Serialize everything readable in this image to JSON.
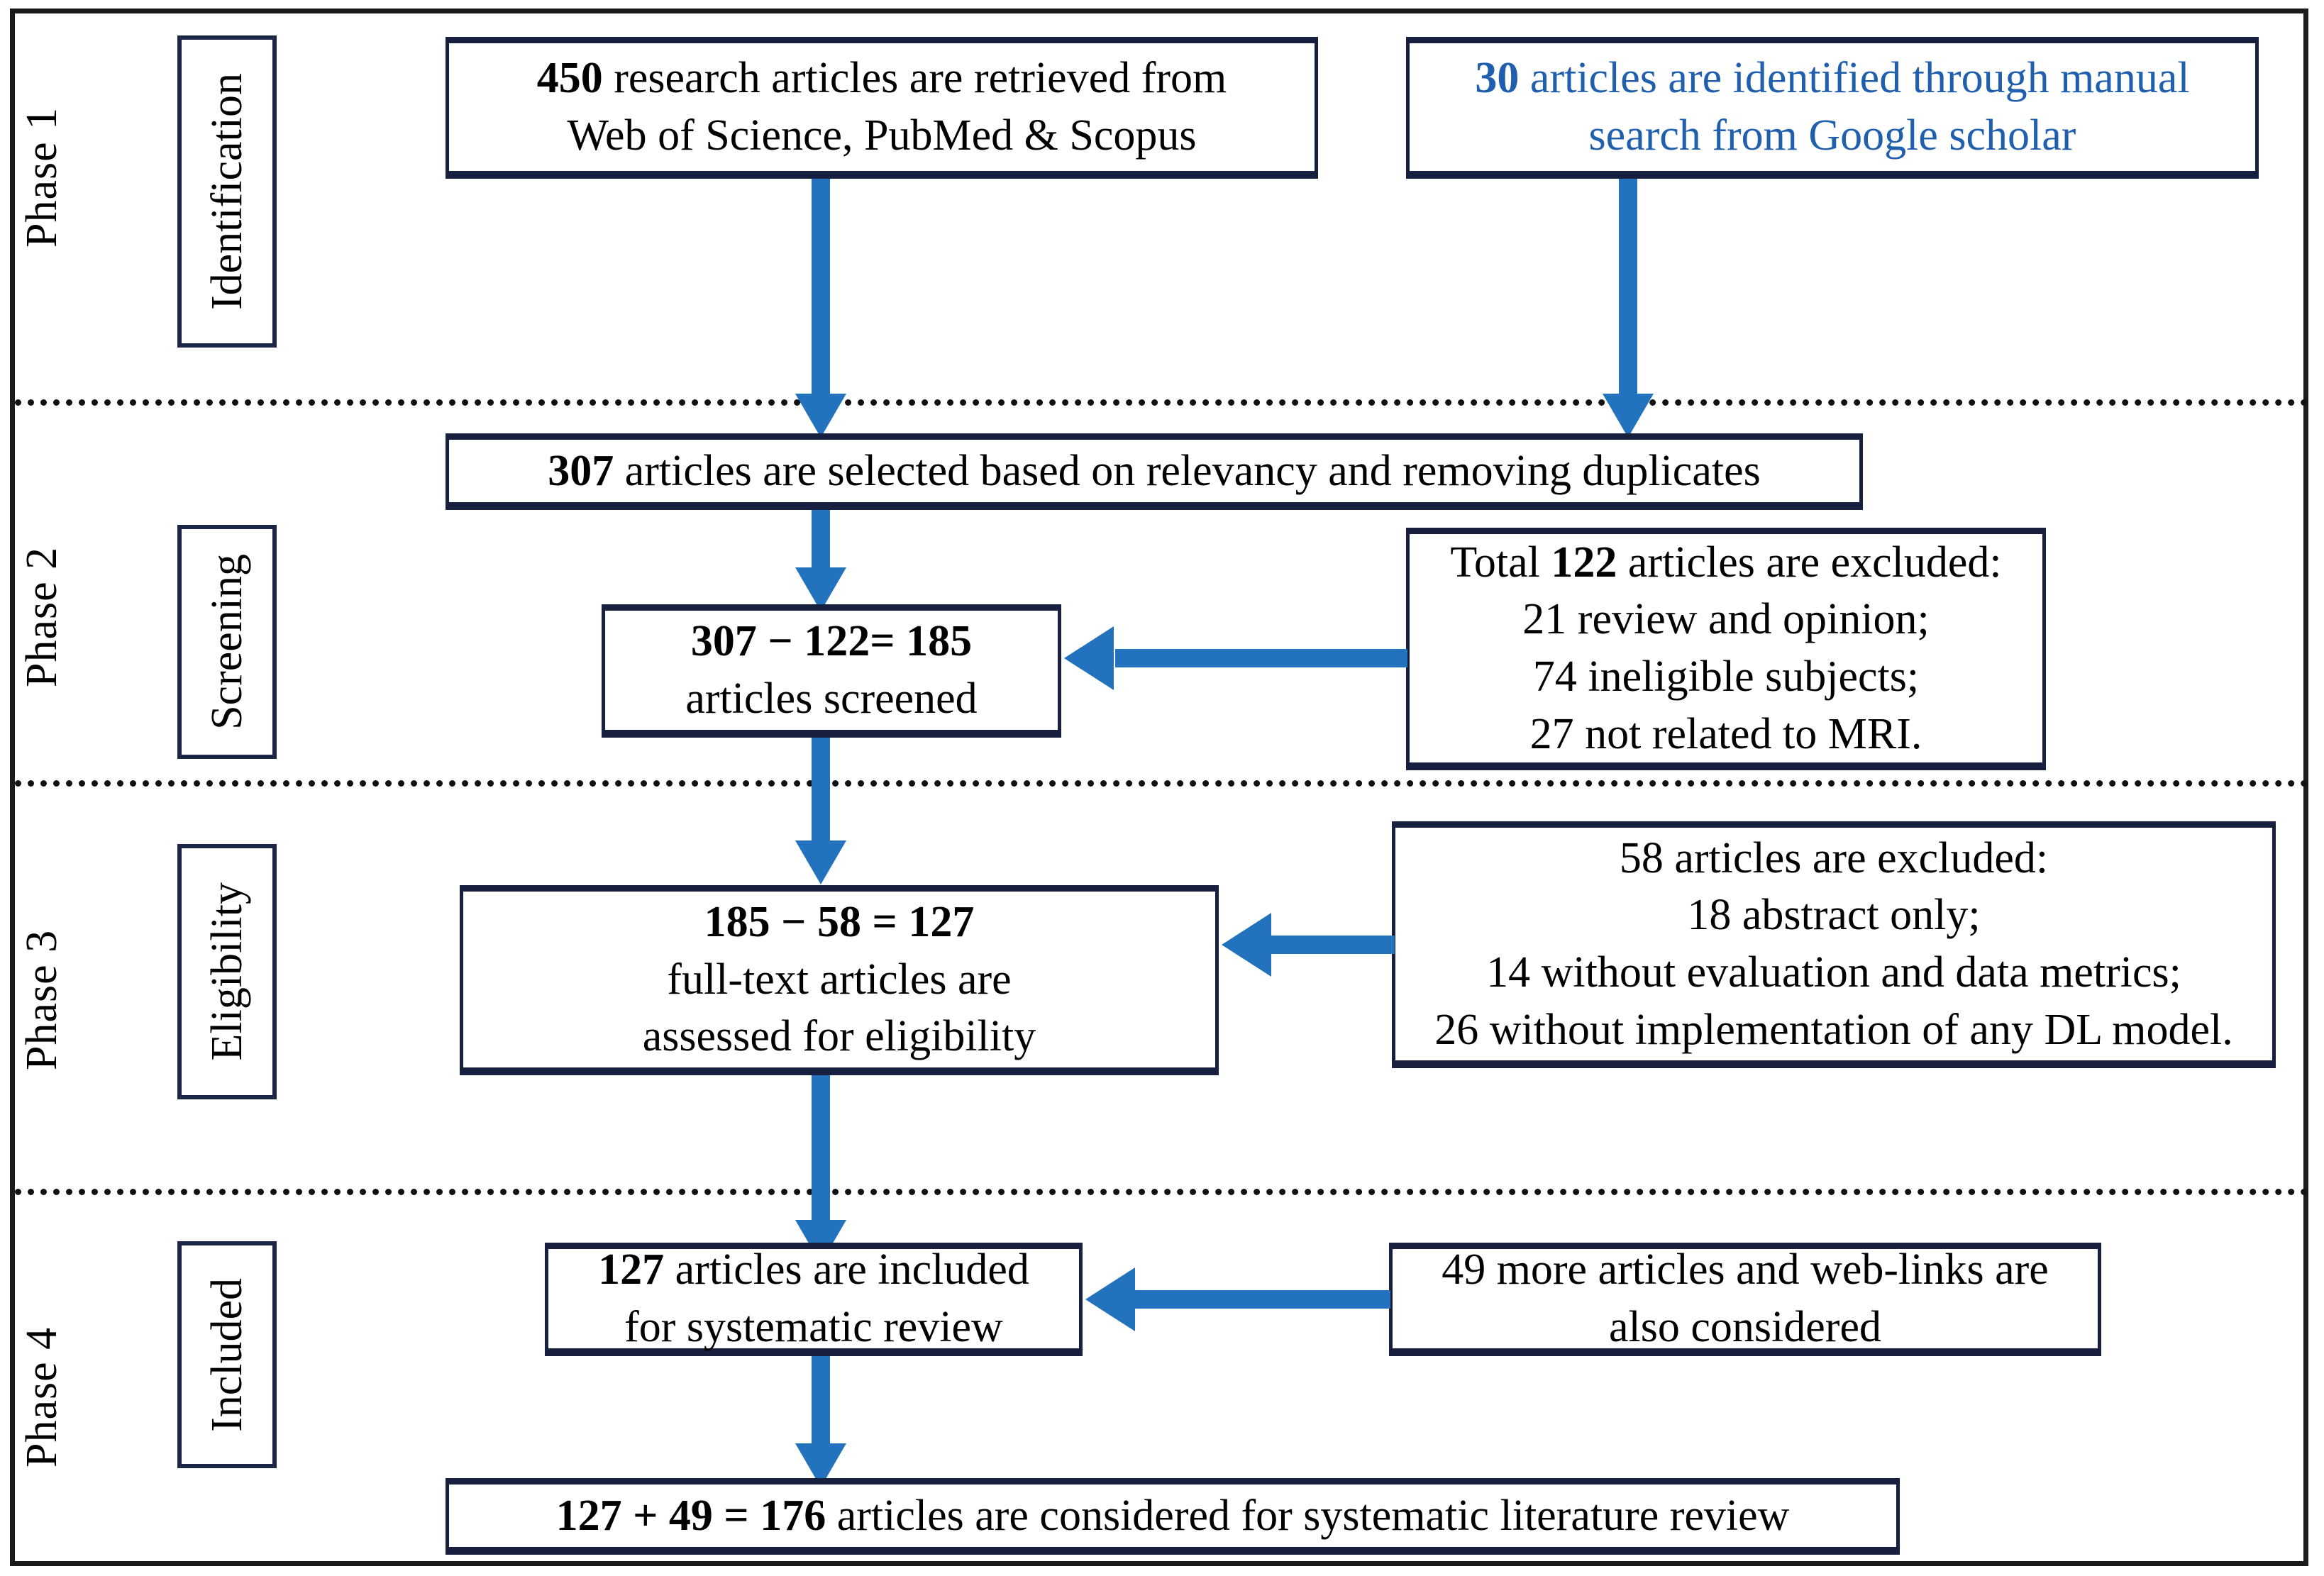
{
  "diagram": {
    "title": "PRISMA systematic literature review flow diagram",
    "accent_blue": "#2272BD",
    "box_border": "#17203f",
    "blue_text": "#1F5FAD"
  },
  "phases": [
    {
      "number_label": "Phase 1",
      "stage_label": "Identification"
    },
    {
      "number_label": "Phase 2",
      "stage_label": "Screening"
    },
    {
      "number_label": "Phase 3",
      "stage_label": "Eligibility"
    },
    {
      "number_label": "Phase 4",
      "stage_label": "Included"
    }
  ],
  "nodes": {
    "identification_db": {
      "line1_bold": "450",
      "line1_rest": " research articles are retrieved from",
      "line2": "Web of Science, PubMed & Scopus"
    },
    "identification_manual": {
      "line1_bold": "30",
      "line1_rest": " articles are identified through manual",
      "line2": "search from Google scholar"
    },
    "screening_selected": {
      "line1_bold": "307",
      "line1_rest": " articles are selected based on relevancy and removing duplicates"
    },
    "screening_count": {
      "line1_bold": "307 − 122= 185",
      "line2": "articles screened"
    },
    "screening_excluded": {
      "line1_pre": "Total ",
      "line1_bold": "122",
      "line1_post": " articles are excluded:",
      "line2": "21 review and opinion;",
      "line3": "74 ineligible subjects;",
      "line4": "27 not related to MRI."
    },
    "eligibility_count": {
      "line1_bold": "185 − 58 = 127",
      "line2": "full-text articles are",
      "line3": "assessed for eligibility"
    },
    "eligibility_excluded": {
      "line1": "58 articles are excluded:",
      "line2": "18 abstract only;",
      "line3": "14 without evaluation and data metrics;",
      "line4": "26 without implementation of any DL model."
    },
    "included_count": {
      "line1_bold": "127",
      "line1_rest": " articles are included",
      "line2": "for systematic review"
    },
    "included_additional": {
      "line1": "49 more articles and web-links are",
      "line2": "also considered"
    },
    "final_total": {
      "line1_bold": "127 + 49 = 176",
      "line1_rest": " articles are considered for systematic literature review"
    }
  },
  "arrows": [
    {
      "name": "db-to-selected",
      "direction": "down"
    },
    {
      "name": "manual-to-selected",
      "direction": "down"
    },
    {
      "name": "selected-to-screened",
      "direction": "down"
    },
    {
      "name": "excluded122-to-screened",
      "direction": "left"
    },
    {
      "name": "screened-to-eligibility",
      "direction": "down"
    },
    {
      "name": "excluded58-to-eligibility",
      "direction": "left"
    },
    {
      "name": "eligibility-to-included",
      "direction": "down"
    },
    {
      "name": "additional49-to-included",
      "direction": "left"
    },
    {
      "name": "included-to-final",
      "direction": "down"
    }
  ]
}
